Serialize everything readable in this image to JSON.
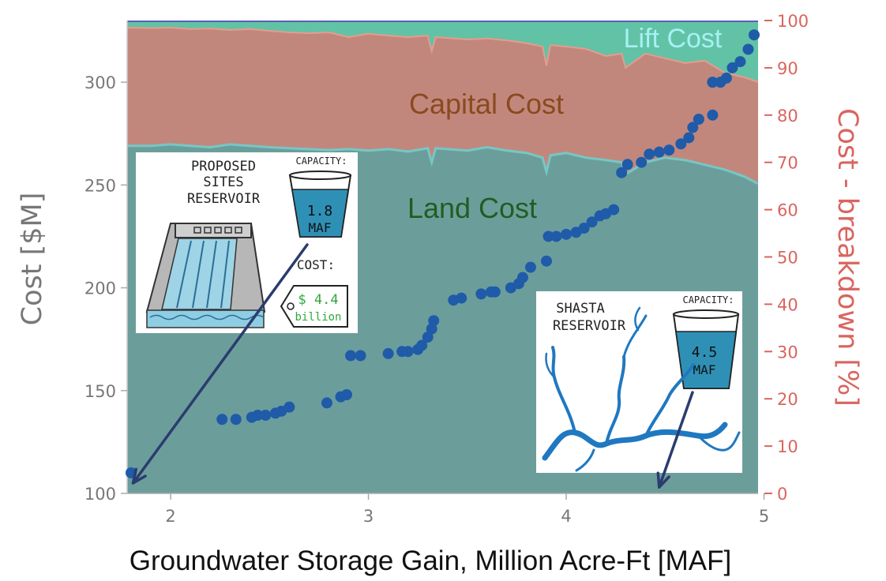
{
  "chart_data": {
    "type": "scatter",
    "xlabel": "Groundwater Storage Gain, Million Acre-Ft [MAF]",
    "ylabel": "Cost [$M]",
    "y2label": "Cost - breakdown [%]",
    "xlim": [
      1.78,
      4.97
    ],
    "ylim": [
      100,
      330
    ],
    "y2lim": [
      0,
      100
    ],
    "xticks": [
      2,
      3,
      4,
      5
    ],
    "yticks": [
      100,
      150,
      200,
      250,
      300
    ],
    "y2ticks": [
      0,
      10,
      20,
      30,
      40,
      50,
      60,
      70,
      80,
      90,
      100
    ],
    "grid": false,
    "colors": {
      "scatter": "#1f5ba8",
      "land": "#6b9e9b",
      "capital": "#c2877c",
      "lift": "#62c2a5",
      "right_axis": "#d9655f",
      "left_axis": "#777777",
      "arrow": "#2b3c6e"
    },
    "area_labels": {
      "lift": "Lift Cost",
      "capital": "Capital Cost",
      "land": "Land Cost"
    },
    "area_series": {
      "x": [
        1.78,
        1.9,
        2.0,
        2.1,
        2.2,
        2.3,
        2.4,
        2.5,
        2.6,
        2.7,
        2.8,
        2.9,
        3.0,
        3.1,
        3.2,
        3.3,
        3.32,
        3.34,
        3.4,
        3.5,
        3.6,
        3.7,
        3.8,
        3.88,
        3.9,
        3.92,
        4.0,
        4.1,
        4.2,
        4.28,
        4.3,
        4.4,
        4.5,
        4.6,
        4.7,
        4.8,
        4.9,
        4.97
      ],
      "land_top_pct": [
        73.5,
        73.5,
        73.8,
        73.5,
        73.2,
        73.8,
        73.5,
        73.2,
        73.0,
        72.8,
        72.6,
        72.8,
        72.5,
        72.8,
        72.3,
        73.0,
        70.0,
        73.0,
        72.8,
        72.5,
        73.2,
        72.5,
        72.0,
        71.0,
        68.0,
        71.5,
        72.0,
        71.0,
        70.5,
        70.0,
        67.5,
        70.0,
        71.0,
        70.5,
        69.5,
        68.5,
        67.0,
        65.5
      ],
      "capital_top_pct": [
        98.5,
        98.4,
        98.5,
        98.2,
        98.3,
        98.0,
        98.2,
        97.8,
        97.5,
        97.3,
        97.5,
        96.5,
        97.2,
        96.8,
        96.5,
        96.8,
        93.5,
        96.5,
        96.3,
        96.0,
        96.2,
        95.8,
        95.2,
        94.5,
        90.5,
        94.8,
        94.5,
        94.0,
        92.5,
        93.0,
        90.0,
        93.0,
        92.0,
        91.0,
        91.5,
        89.0,
        88.0,
        87.0
      ]
    },
    "points": [
      {
        "x": 1.8,
        "y": 110
      },
      {
        "x": 2.26,
        "y": 136
      },
      {
        "x": 2.33,
        "y": 136
      },
      {
        "x": 2.41,
        "y": 137
      },
      {
        "x": 2.44,
        "y": 138
      },
      {
        "x": 2.48,
        "y": 138
      },
      {
        "x": 2.53,
        "y": 139
      },
      {
        "x": 2.56,
        "y": 140
      },
      {
        "x": 2.6,
        "y": 142
      },
      {
        "x": 2.79,
        "y": 144
      },
      {
        "x": 2.86,
        "y": 147
      },
      {
        "x": 2.89,
        "y": 148
      },
      {
        "x": 2.91,
        "y": 167
      },
      {
        "x": 2.96,
        "y": 167
      },
      {
        "x": 3.1,
        "y": 168
      },
      {
        "x": 3.17,
        "y": 169
      },
      {
        "x": 3.2,
        "y": 169
      },
      {
        "x": 3.25,
        "y": 170
      },
      {
        "x": 3.27,
        "y": 172
      },
      {
        "x": 3.3,
        "y": 176
      },
      {
        "x": 3.32,
        "y": 180
      },
      {
        "x": 3.33,
        "y": 184
      },
      {
        "x": 3.43,
        "y": 194
      },
      {
        "x": 3.47,
        "y": 195
      },
      {
        "x": 3.57,
        "y": 197
      },
      {
        "x": 3.62,
        "y": 198
      },
      {
        "x": 3.64,
        "y": 198
      },
      {
        "x": 3.72,
        "y": 200
      },
      {
        "x": 3.76,
        "y": 202
      },
      {
        "x": 3.78,
        "y": 205
      },
      {
        "x": 3.82,
        "y": 210
      },
      {
        "x": 3.9,
        "y": 213
      },
      {
        "x": 3.91,
        "y": 225
      },
      {
        "x": 3.95,
        "y": 225
      },
      {
        "x": 4.0,
        "y": 226
      },
      {
        "x": 4.05,
        "y": 227
      },
      {
        "x": 4.09,
        "y": 229
      },
      {
        "x": 4.13,
        "y": 232
      },
      {
        "x": 4.17,
        "y": 235
      },
      {
        "x": 4.2,
        "y": 236
      },
      {
        "x": 4.24,
        "y": 238
      },
      {
        "x": 4.28,
        "y": 256
      },
      {
        "x": 4.31,
        "y": 260
      },
      {
        "x": 4.38,
        "y": 261
      },
      {
        "x": 4.42,
        "y": 265
      },
      {
        "x": 4.47,
        "y": 266
      },
      {
        "x": 4.52,
        "y": 267
      },
      {
        "x": 4.58,
        "y": 270
      },
      {
        "x": 4.62,
        "y": 273
      },
      {
        "x": 4.64,
        "y": 278
      },
      {
        "x": 4.67,
        "y": 282
      },
      {
        "x": 4.74,
        "y": 284
      },
      {
        "x": 4.74,
        "y": 300
      },
      {
        "x": 4.78,
        "y": 300
      },
      {
        "x": 4.81,
        "y": 302
      },
      {
        "x": 4.84,
        "y": 307
      },
      {
        "x": 4.88,
        "y": 310
      },
      {
        "x": 4.92,
        "y": 316
      },
      {
        "x": 4.95,
        "y": 323
      }
    ],
    "annotations": {
      "sites": {
        "title_lines": [
          "PROPOSED",
          "SITES",
          "RESERVOIR"
        ],
        "capacity_label": "CAPACITY:",
        "capacity_value": "1.8",
        "capacity_unit": "MAF",
        "cost_label": "COST:",
        "cost_value": "$ 4.4",
        "cost_unit": "billion",
        "arrow_to": {
          "x": 1.81,
          "y": 105
        }
      },
      "shasta": {
        "title_lines": [
          "SHASTA",
          "RESERVOIR"
        ],
        "capacity_label": "CAPACITY:",
        "capacity_value": "4.5",
        "capacity_unit": "MAF",
        "arrow_to": {
          "x": 4.47,
          "y": 103
        }
      }
    }
  }
}
